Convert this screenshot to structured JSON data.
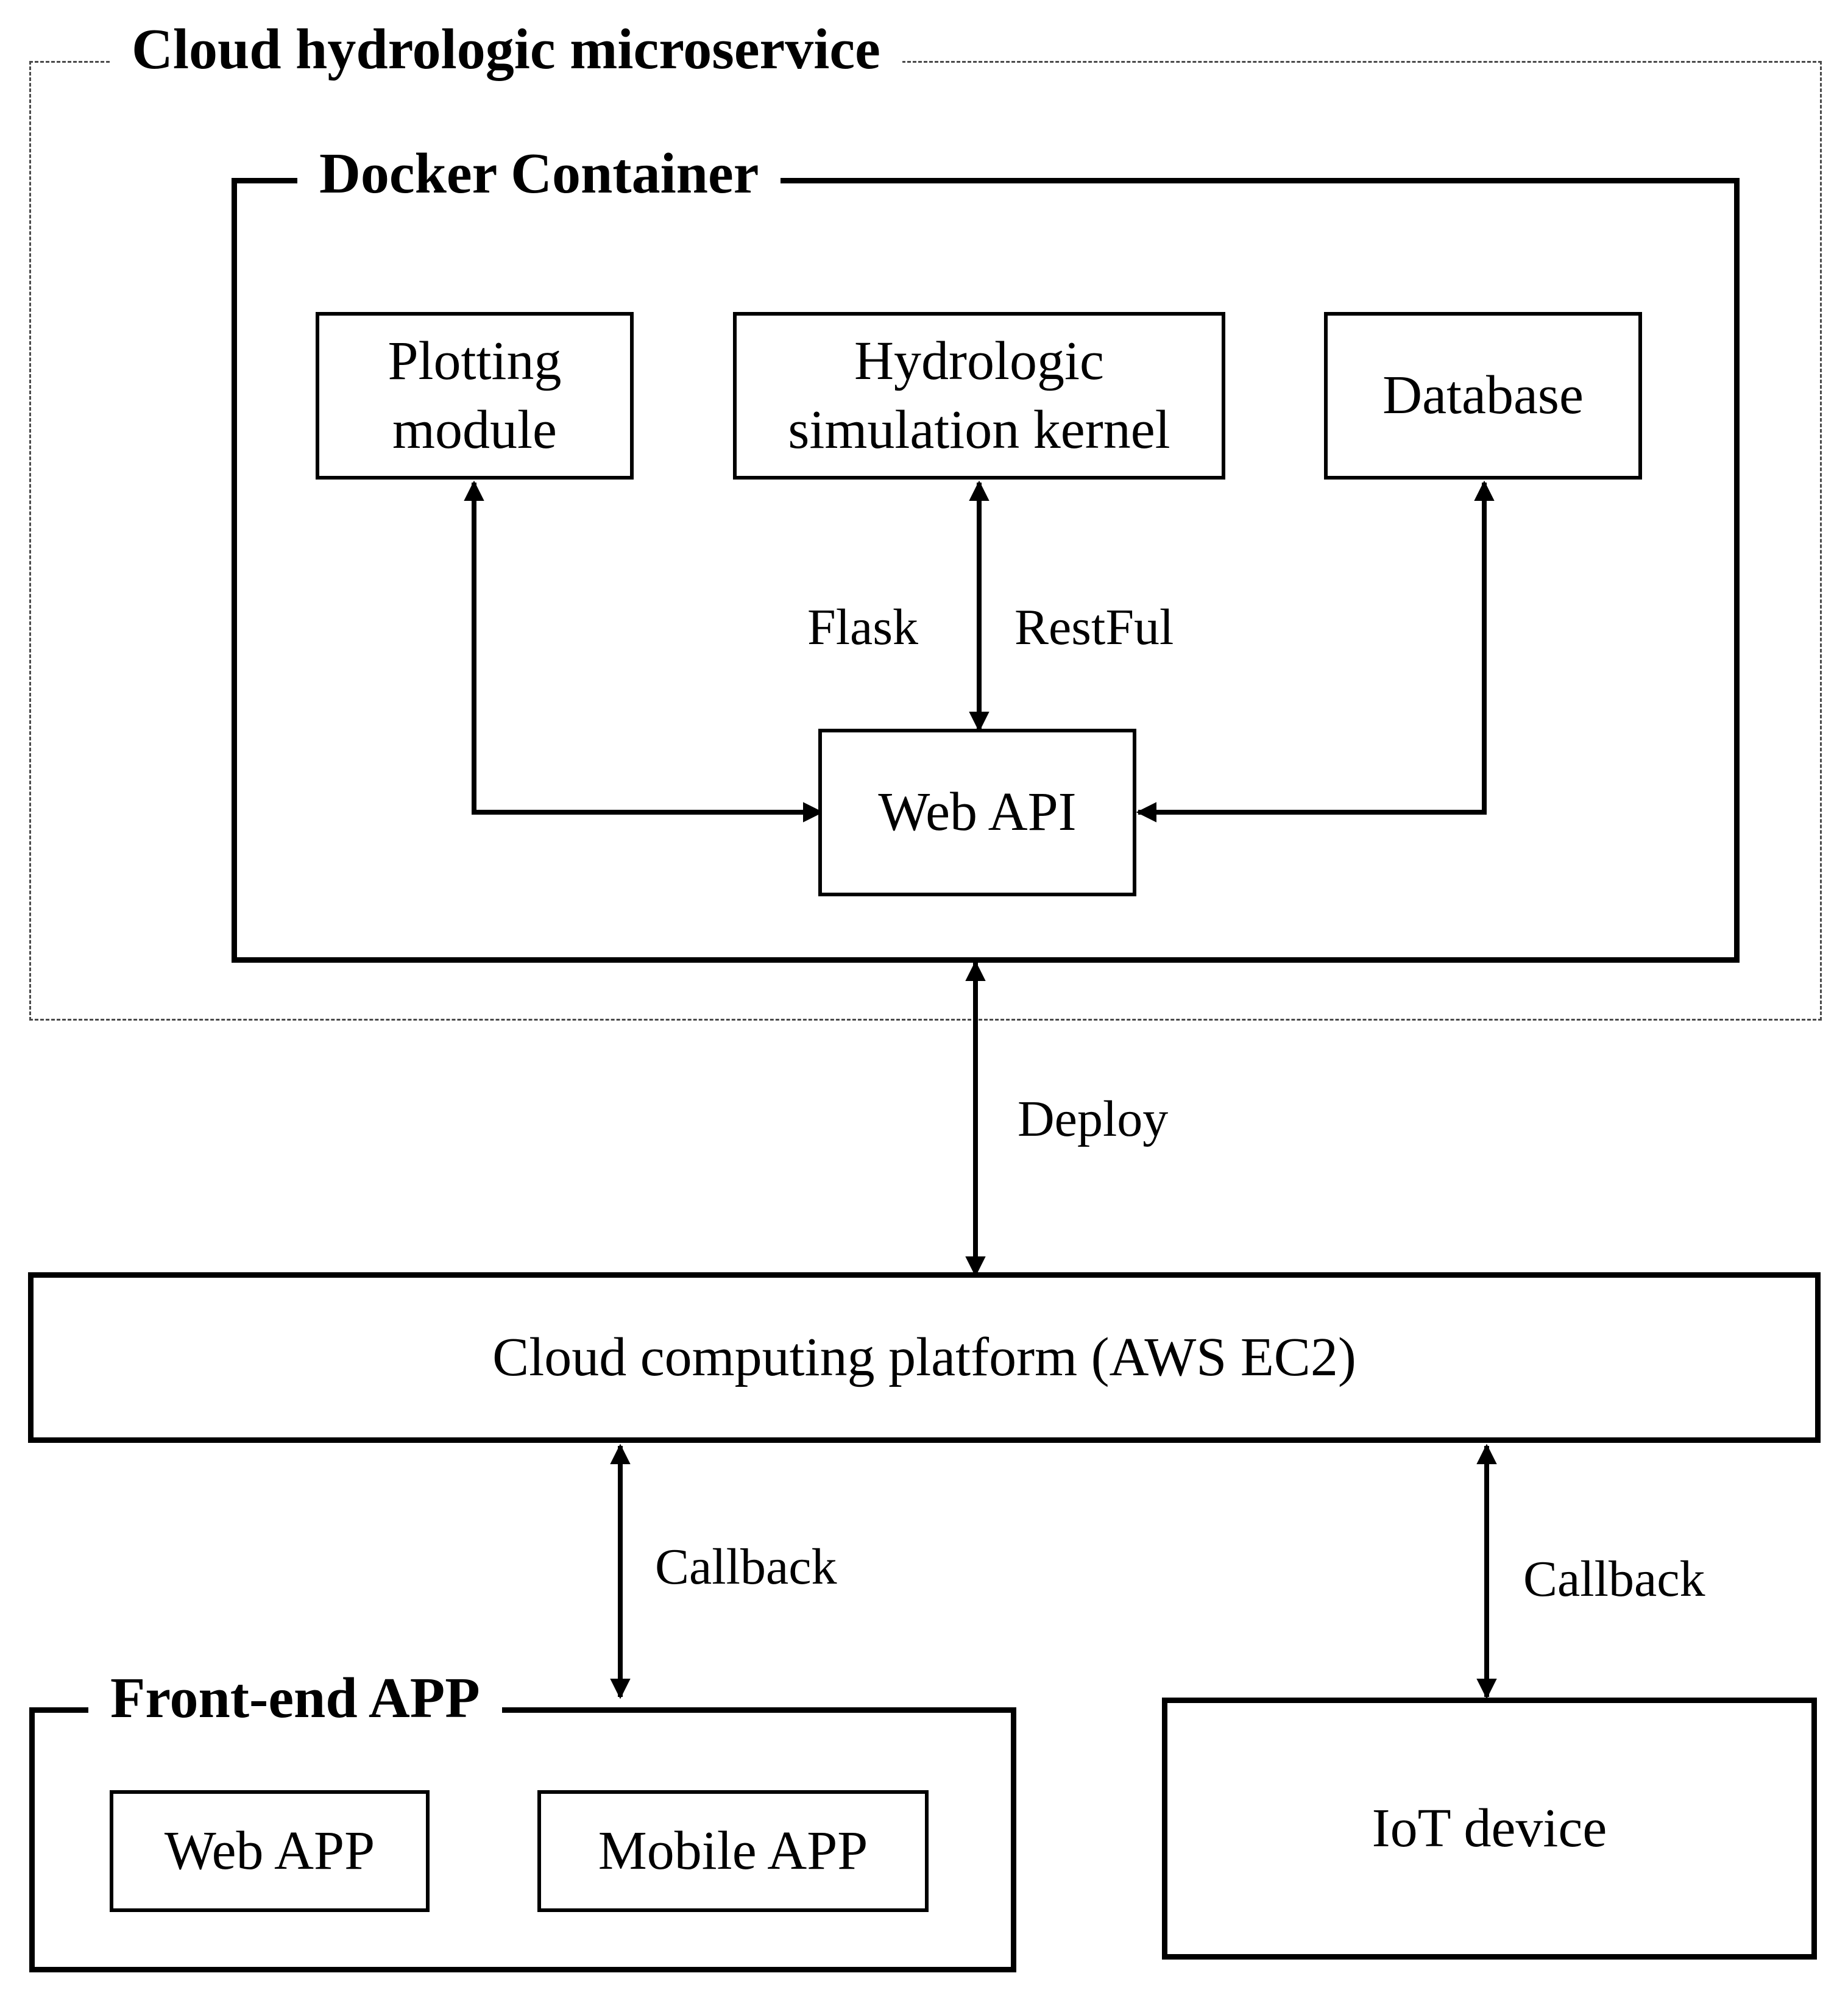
{
  "groups": {
    "microservice": {
      "title": "Cloud hydrologic microservice"
    },
    "docker": {
      "title": "Docker Container"
    },
    "frontend": {
      "title": "Front-end APP"
    }
  },
  "nodes": {
    "plotting_module": "Plotting\nmodule",
    "simulation_kernel": "Hydrologic\nsimulation kernel",
    "database": "Database",
    "web_api": "Web API",
    "cloud_platform": "Cloud computing platform (AWS EC2)",
    "web_app": "Web APP",
    "mobile_app": "Mobile APP",
    "iot_device": "IoT device"
  },
  "edge_labels": {
    "flask": "Flask",
    "restful": "RestFul",
    "deploy": "Deploy",
    "callback_frontend": "Callback",
    "callback_iot": "Callback"
  }
}
